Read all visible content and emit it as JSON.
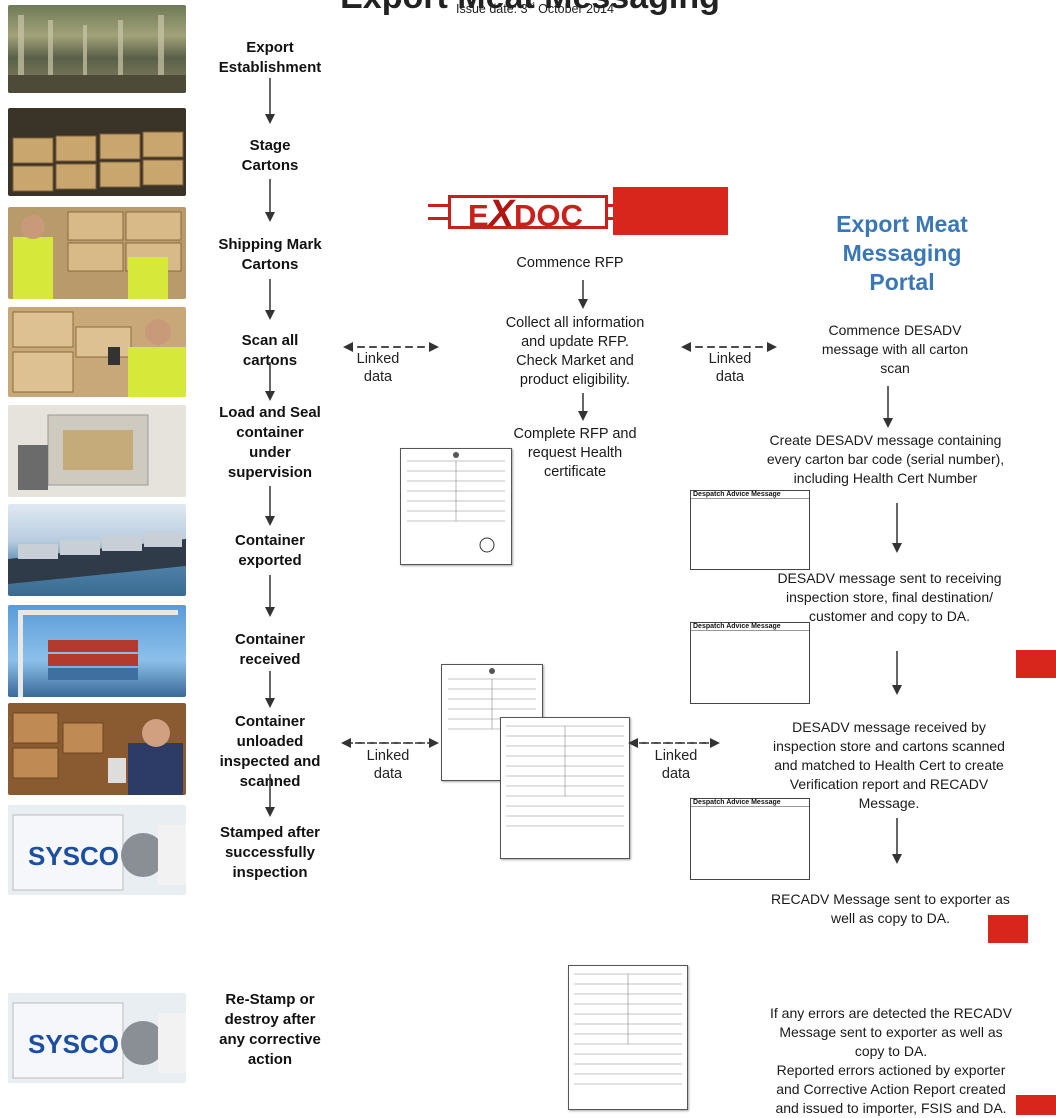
{
  "header": {
    "title_fragment": "Export Meat Messaging",
    "issue_date_prefix": "Issue date: 3",
    "issue_date_sup": "rd",
    "issue_date_suffix": " October 2014"
  },
  "stages": [
    {
      "label": "Export\nEstablishment",
      "photo": "warehouse-photo"
    },
    {
      "label": "Stage\nCartons",
      "photo": "stacked-cartons-photo"
    },
    {
      "label": "Shipping Mark\nCartons",
      "photo": "marking-cartons-photo"
    },
    {
      "label": "Scan all\ncartons",
      "photo": "scanning-cartons-photo"
    },
    {
      "label": "Load and Seal\ncontainer\nunder\nsupervision",
      "photo": "container-loading-photo"
    },
    {
      "label": "Container\nexported",
      "photo": "cargo-ship-photo"
    },
    {
      "label": "Container\nreceived",
      "photo": "port-crane-photo"
    },
    {
      "label": "Container\nunloaded\ninspected and\nscanned",
      "photo": "inspector-photo"
    },
    {
      "label": "Stamped after\nsuccessfully\ninspection",
      "photo": "stamping-photo"
    },
    {
      "label": "Re-Stamp or\ndestroy after\nany corrective\naction",
      "photo": "restamp-photo"
    }
  ],
  "exdoc": {
    "logo_text_e": "E",
    "logo_text_x": "X",
    "logo_text_doc": "DOC",
    "steps": [
      "Commence RFP",
      "Collect all information\nand update RFP.\nCheck Market and\nproduct eligibility.",
      "Complete RFP and\nrequest Health\ncertificate"
    ]
  },
  "portal": {
    "title": "Export Meat\nMessaging\nPortal",
    "steps": [
      "Commence DESADV\nmessage with all carton\nscan",
      "Create DESADV message containing\nevery carton bar code (serial number),\nincluding Health Cert Number",
      "DESADV message sent to receiving\ninspection store, final destination/\ncustomer and copy to DA.",
      "DESADV message received by\ninspection store and cartons scanned\nand matched to Health Cert  to create\nVerification report and RECADV\nMessage.",
      "RECADV Message sent to exporter as\nwell as copy to DA.",
      "If any errors are detected the RECADV\nMessage sent to exporter as well as\ncopy to DA.\nReported errors actioned by exporter\nand Corrective Action Report created\nand issued to importer, FSIS and DA."
    ]
  },
  "linked_data_label": "Linked\ndata",
  "despatch_advice_title": "Despatch Advice Message",
  "colors": {
    "exdoc_red": "#c8201a",
    "gov_red": "#d9261c",
    "portal_blue": "#3a78b5",
    "arrow": "#333333"
  }
}
